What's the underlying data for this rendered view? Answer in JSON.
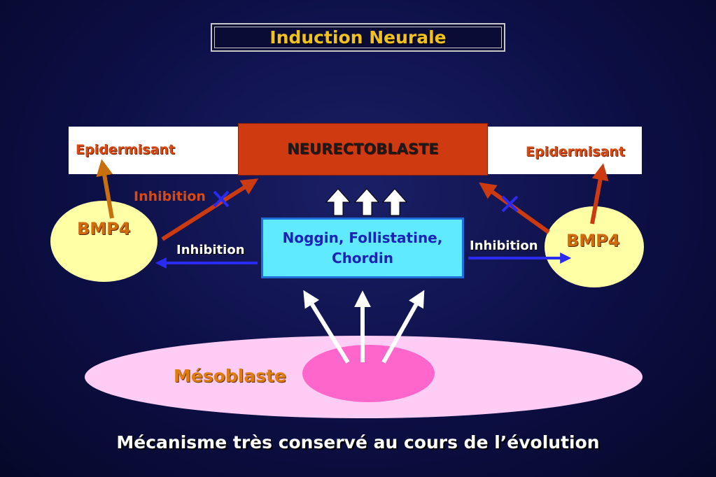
{
  "title": "Induction Neurale",
  "neurectoblaste": "NEURECTOBLASTE",
  "epidermisant_left": "Epidermisant",
  "epidermisant_right": "Epidermisant",
  "bmp4_left": "BMP4",
  "bmp4_right": "BMP4",
  "inhibition_red": "Inhibition",
  "inhibition_left": "Inhibition",
  "inhibition_right": "Inhibition",
  "factors_line1": "Noggin, Follistatine,",
  "factors_line2": "Chordin",
  "mesoblaste": "Mésoblaste",
  "footer": "Mécanisme très conservé au cours de l’évolution",
  "colors": {
    "background": "#0c0f45",
    "title": "#f2c21c",
    "neurectoblaste_box": "#cf3a10",
    "bmp4_cell": "#ffffa6",
    "factors_box": "#60eaff",
    "mesoblaste_outer": "#ffccf5",
    "mesoblaste_inner": "#ff66cc",
    "inhibition_arrow": "#2222ee",
    "block_cross": "#2222ee"
  }
}
